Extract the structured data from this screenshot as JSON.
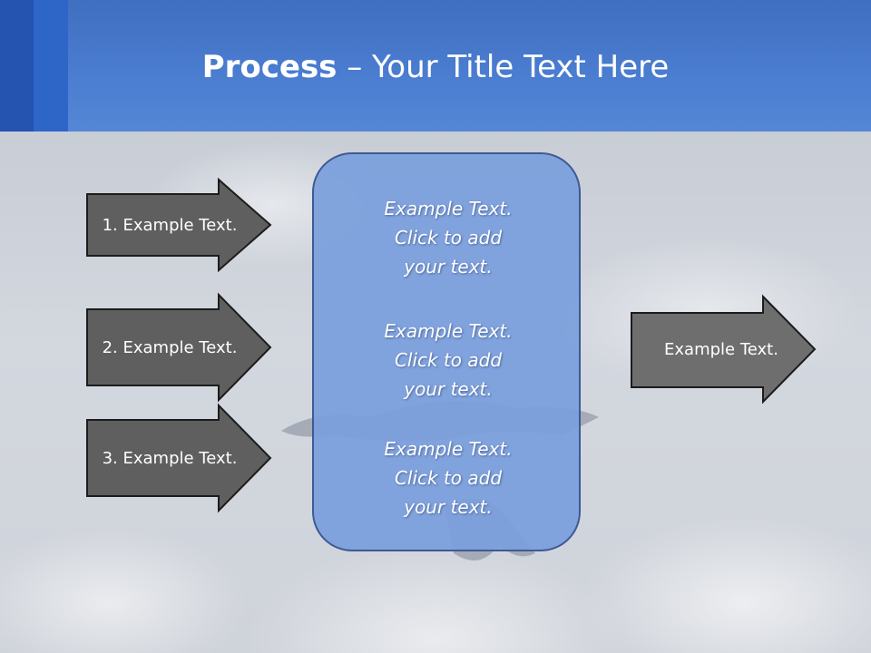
{
  "slide": {
    "title_bold": "Process",
    "title_rest": " – Your Title Text Here",
    "left_arrows": [
      {
        "label": "1. Example Text."
      },
      {
        "label": "2. Example Text."
      },
      {
        "label": "3. Example Text."
      }
    ],
    "center_blocks": [
      {
        "line1": "Example Text.",
        "line2": "Click  to add",
        "line3": "your text."
      },
      {
        "line1": "Example Text.",
        "line2": "Click  to add",
        "line3": "your text."
      },
      {
        "line1": "Example Text.",
        "line2": "Click  to add",
        "line3": "your text."
      }
    ],
    "right_arrow": {
      "label": "Example Text."
    }
  },
  "colors": {
    "header": "#4a7cd0",
    "header_block_dark": "#2454b0",
    "header_block_mid": "#2e66c8",
    "left_arrow_fill": "#5f5f5f",
    "right_arrow_fill": "#6e6e6e",
    "center_box_fill": "#7b9fdd",
    "center_box_border": "#3d5a94"
  },
  "icons": [
    "skydiver-photo"
  ]
}
